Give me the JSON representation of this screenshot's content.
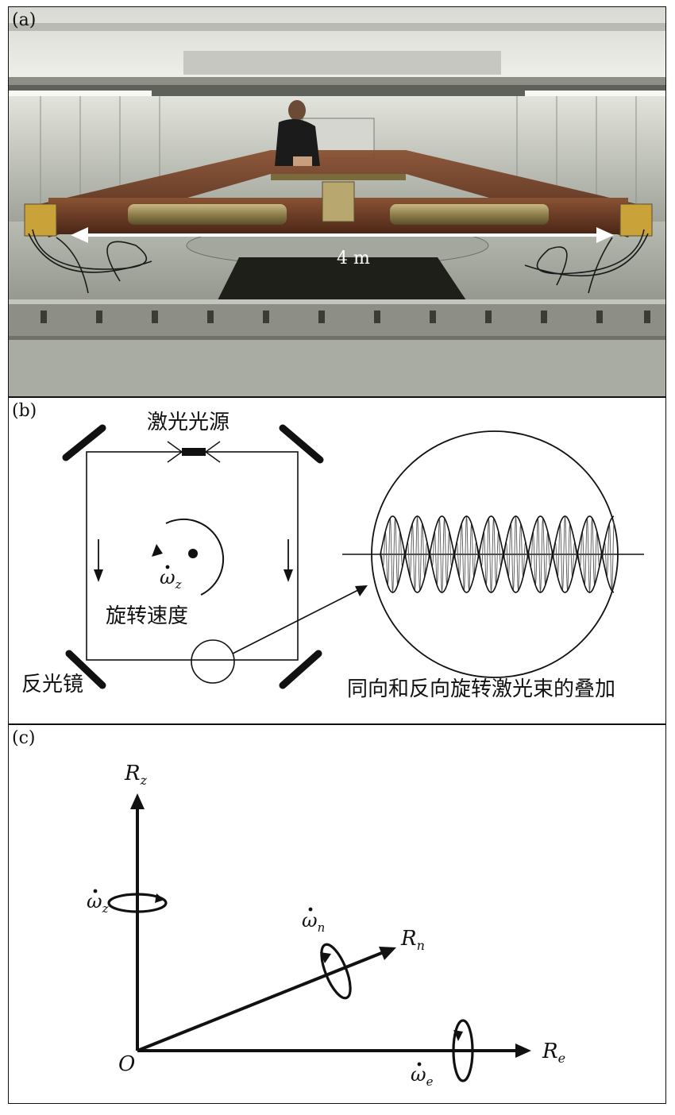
{
  "panel_a": {
    "label": "(a)",
    "scale_label": "4 m"
  },
  "panel_b": {
    "label": "(b)",
    "laser_source_label": "激光光源",
    "omega_symbol": "ω",
    "omega_subscript": "z",
    "rotation_speed_label": "旋转速度",
    "mirror_label": "反光镜",
    "superposition_label": "同向和反向旋转激光束的叠加"
  },
  "panel_c": {
    "label": "(c)",
    "axis_z_label": "R",
    "axis_z_sub": "z",
    "axis_n_label": "R",
    "axis_n_sub": "n",
    "axis_e_label": "R",
    "axis_e_sub": "e",
    "origin_label": "O",
    "omega_z_sym": "ω",
    "omega_z_sub": "z",
    "omega_n_sym": "ω",
    "omega_n_sub": "n",
    "omega_e_sym": "ω",
    "omega_e_sub": "e"
  },
  "colors": {
    "ink": "#111111",
    "photo_wall": "#c9ccc4",
    "photo_ceiling": "#e8e9e4",
    "photo_floor": "#2a2a24",
    "photo_tube": "#9a8a5a",
    "photo_frame": "#6a3a24"
  }
}
